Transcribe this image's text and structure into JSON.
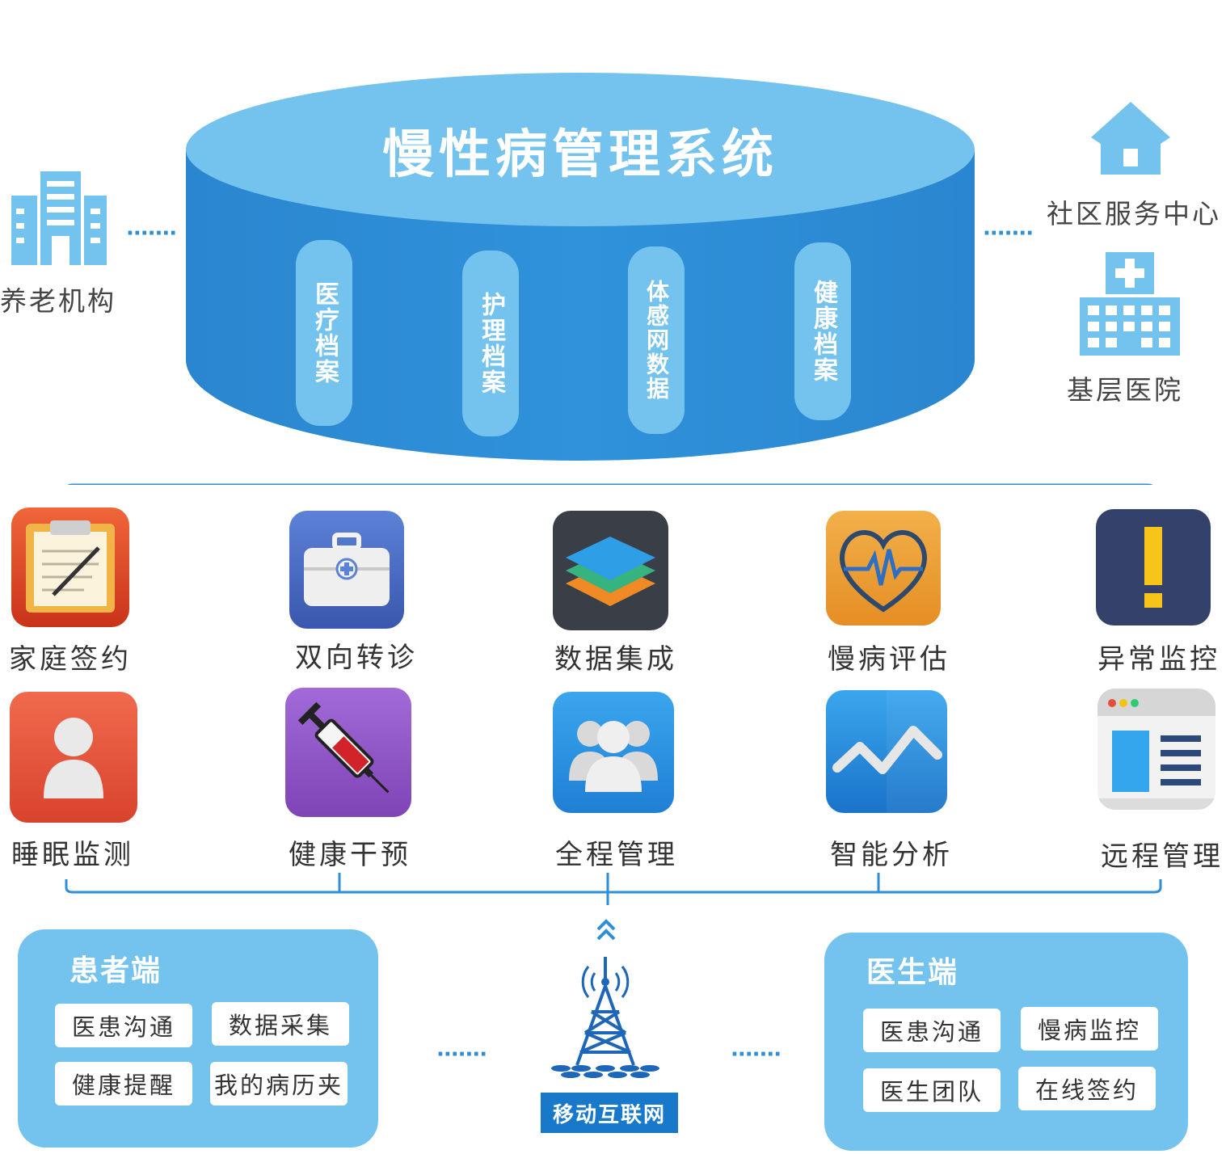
{
  "system": {
    "title": "慢性病管理系统",
    "archives": [
      "医疗档案",
      "护理档案",
      "体感网数据",
      "健康档案"
    ]
  },
  "left": {
    "nursing_home": "养老机构"
  },
  "right": {
    "community_center": "社区服务中心",
    "primary_hospital": "基层医院"
  },
  "connector_dots": "·······",
  "features_row1": [
    {
      "label": "家庭签约",
      "icon": "clipboard-icon"
    },
    {
      "label": "双向转诊",
      "icon": "medical-kit-icon"
    },
    {
      "label": "数据集成",
      "icon": "layers-icon"
    },
    {
      "label": "慢病评估",
      "icon": "heart-pulse-icon"
    },
    {
      "label": "异常监控",
      "icon": "exclamation-icon"
    }
  ],
  "features_row2": [
    {
      "label": "睡眠监测",
      "icon": "user-icon"
    },
    {
      "label": "健康干预",
      "icon": "syringe-icon"
    },
    {
      "label": "全程管理",
      "icon": "group-icon"
    },
    {
      "label": "智能分析",
      "icon": "trend-chart-icon"
    },
    {
      "label": "远程管理",
      "icon": "browser-window-icon"
    }
  ],
  "patient_panel": {
    "title": "患者端",
    "items": [
      "医患沟通",
      "数据采集",
      "健康提醒",
      "我的病历夹"
    ]
  },
  "doctor_panel": {
    "title": "医生端",
    "items": [
      "医患沟通",
      "慢病监控",
      "医生团队",
      "在线签约"
    ]
  },
  "network": {
    "label": "移动互联网",
    "icon": "signal-tower-icon"
  },
  "colors": {
    "cylinder": "#2e8fd6",
    "cylinder_top": "#74c2ee",
    "light_blue": "#74c2ee",
    "line": "#2e8fd6",
    "tower": "#1e66b8"
  }
}
